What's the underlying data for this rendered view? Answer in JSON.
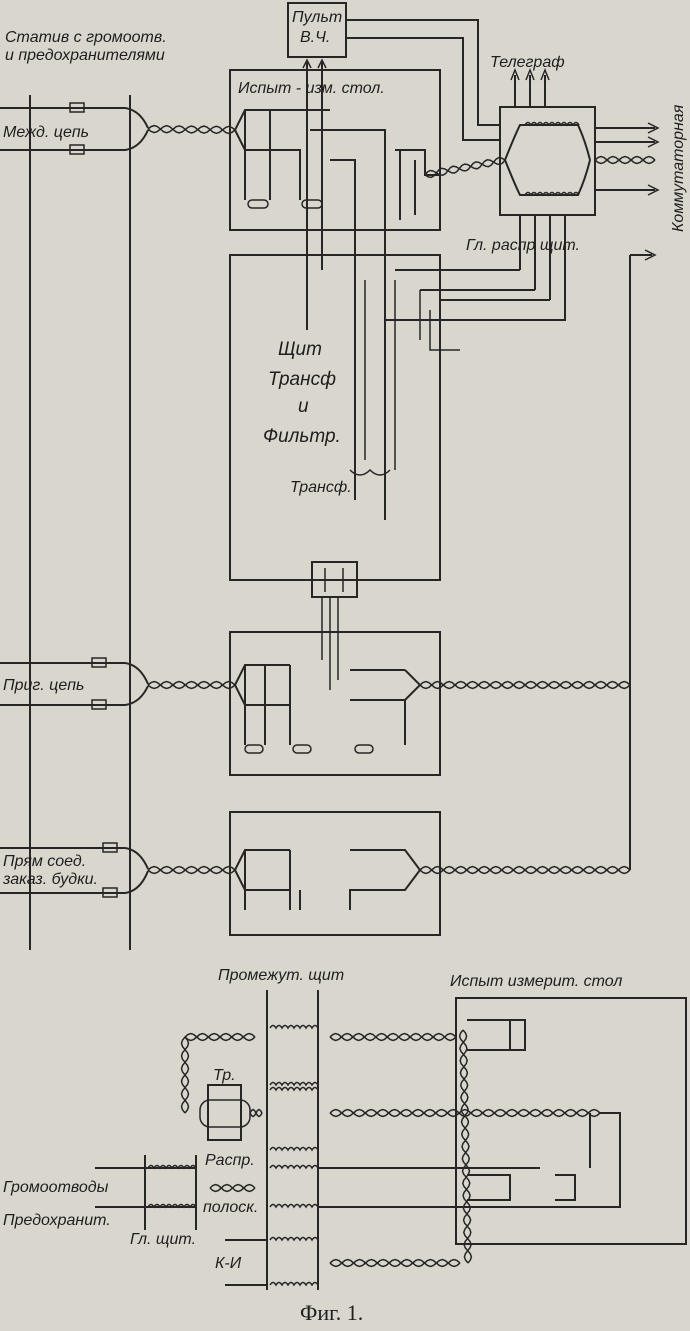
{
  "diagram": {
    "labels": {
      "rack_line1": "Статив с громоотв.",
      "rack_line2": "и предохранителями",
      "hf_panel_line1": "Пульт",
      "hf_panel_line2": "В.Ч.",
      "test_desk_top": "Испыт - изм. стол.",
      "telegraph": "Телеграф",
      "switchboard": "Коммутаторная",
      "main_frame": "Гл. распр щит.",
      "long_distance": "Межд. цепь",
      "filter_panel_line1": "Щит",
      "filter_panel_line2": "Трансф",
      "filter_panel_line3": "и",
      "filter_panel_line4": "Фильтр.",
      "transformer": "Трансф.",
      "suburban": "Приг. цепь",
      "direct_line1": "Прям соед.",
      "direct_line2": "заказ. будки.",
      "intermediate_frame": "Промежут. щит",
      "test_desk_bottom": "Испыт измерит. стол",
      "tr": "Тр.",
      "distr_line1": "Распр.",
      "distr_line2": "полоск.",
      "arresters": "Громоотводы",
      "fuses": "Предохранит.",
      "main_board": "Гл. щит.",
      "ki": "К-И"
    },
    "caption": "Фиг. 1."
  }
}
